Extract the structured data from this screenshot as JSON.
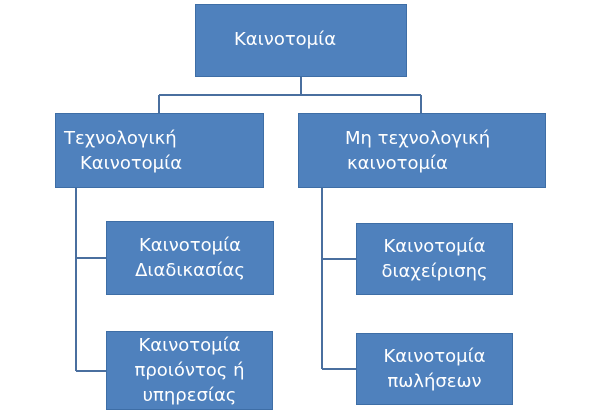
{
  "diagram": {
    "root": {
      "lines": [
        "Καινοτομία"
      ]
    },
    "technological": {
      "lines": [
        "Τεχνολογική",
        "Καινοτομία"
      ],
      "children": {
        "process": {
          "lines": [
            "Καινοτομία",
            "Διαδικασίας"
          ]
        },
        "product": {
          "lines": [
            "Καινοτομία",
            "προιόντος ή",
            "υπηρεσίας"
          ]
        }
      }
    },
    "non_technological": {
      "lines": [
        "Μη τεχνολογική",
        "καινοτομία"
      ],
      "children": {
        "management": {
          "lines": [
            "Καινοτομία",
            "διαχείρισης"
          ]
        },
        "sales": {
          "lines": [
            "Καινοτομία",
            "πωλήσεων"
          ]
        }
      }
    },
    "colors": {
      "node_fill": "#4f81bd",
      "node_border": "#3e6ea6",
      "connector": "#4a6f9f",
      "text": "#ffffff"
    }
  }
}
